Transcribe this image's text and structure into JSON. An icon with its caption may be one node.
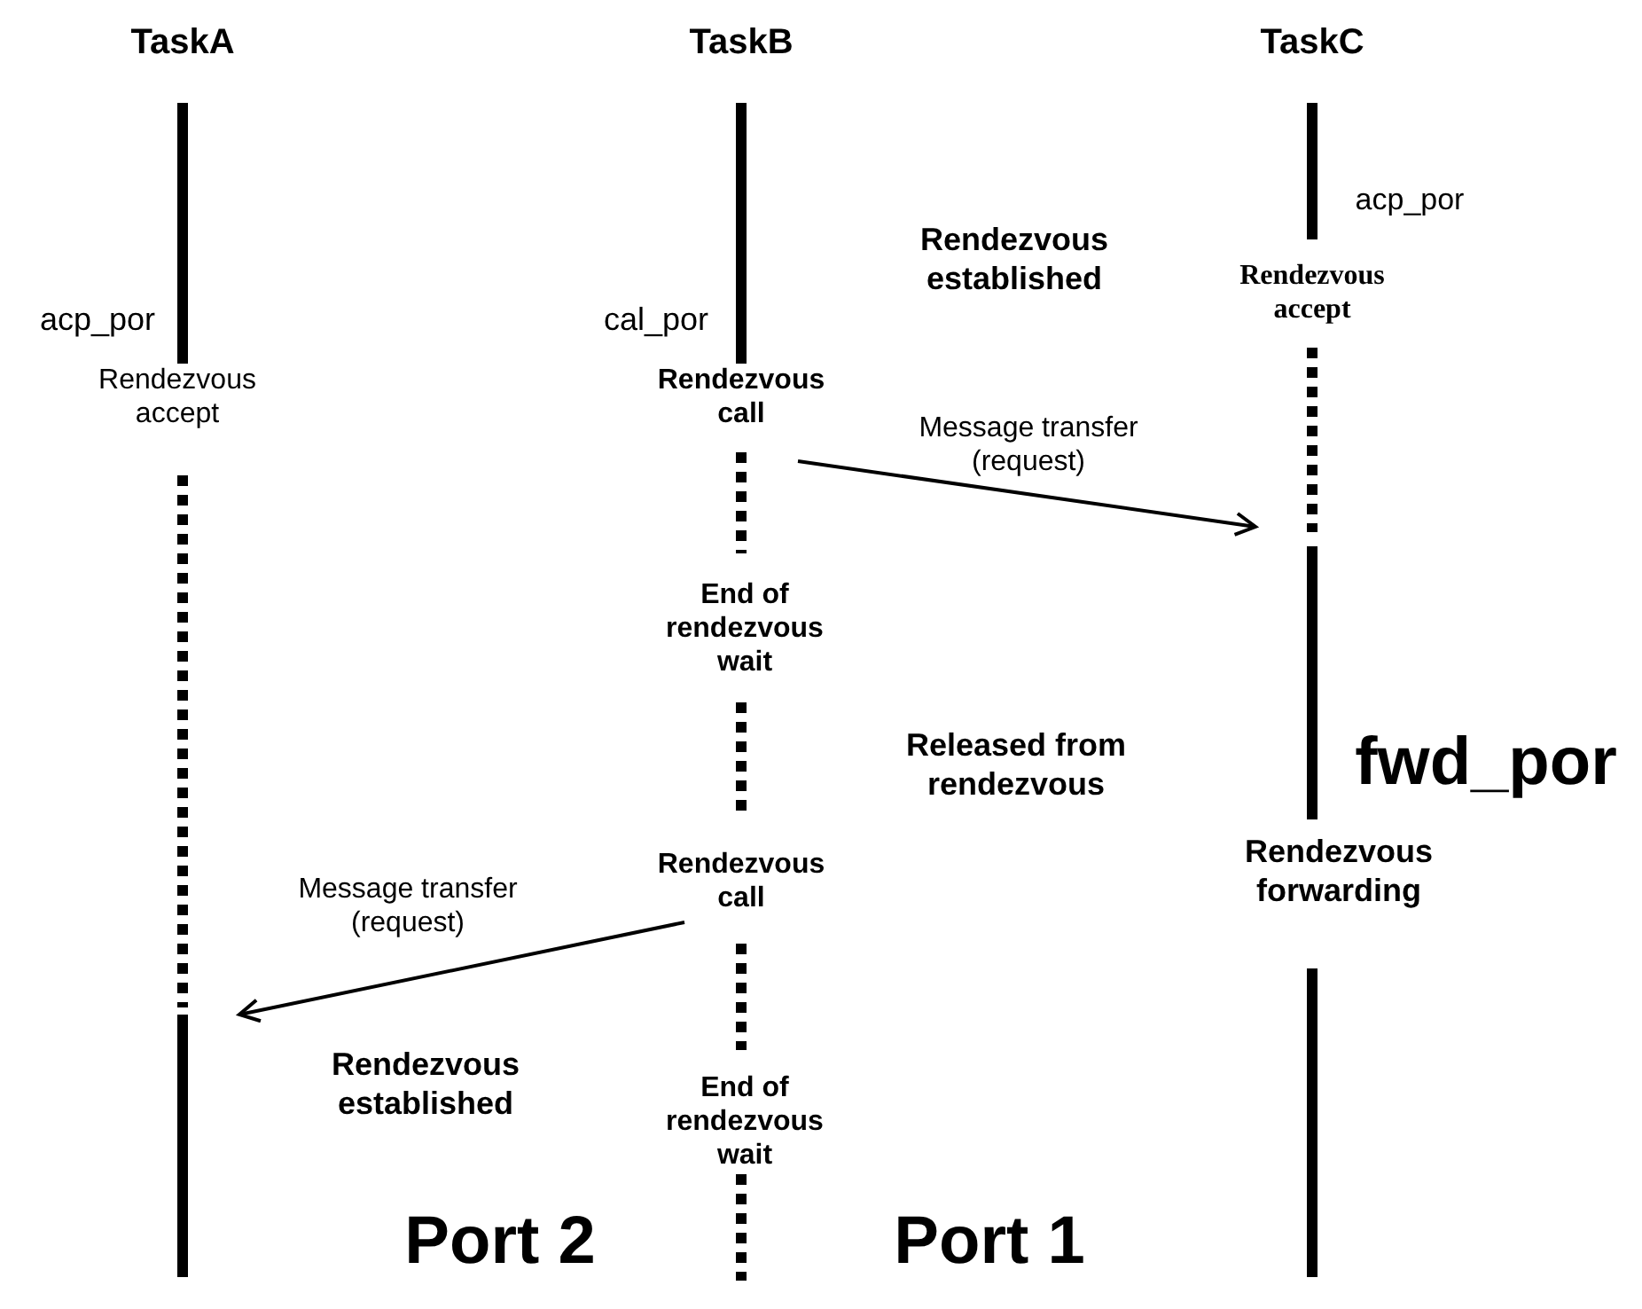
{
  "diagram": {
    "nodes": [
      {
        "text": [
          "TaskA"
        ]
      },
      {
        "text": [
          "TaskB"
        ]
      },
      {
        "text": [
          "TaskC"
        ]
      }
    ],
    "edges": [
      {
        "from": 1,
        "to": 2,
        "arrow": "to",
        "label": "Message transfer (request)"
      },
      {
        "from": 1,
        "to": 0,
        "arrow": "to",
        "label": "Message transfer (request)"
      }
    ],
    "labels": [
      "acp_por",
      "Rendezvous established",
      "Rendezvous accept",
      "acp_por",
      "cal_por",
      "Rendezvous accept",
      "Rendezvous call",
      "End of rendezvous wait",
      "Released from rendezvous",
      "fwd_por",
      "Rendezvous call",
      "Rendezvous forwarding",
      "Rendezvous established",
      "End of rendezvous wait",
      "Port 2",
      "Port 1"
    ]
  }
}
